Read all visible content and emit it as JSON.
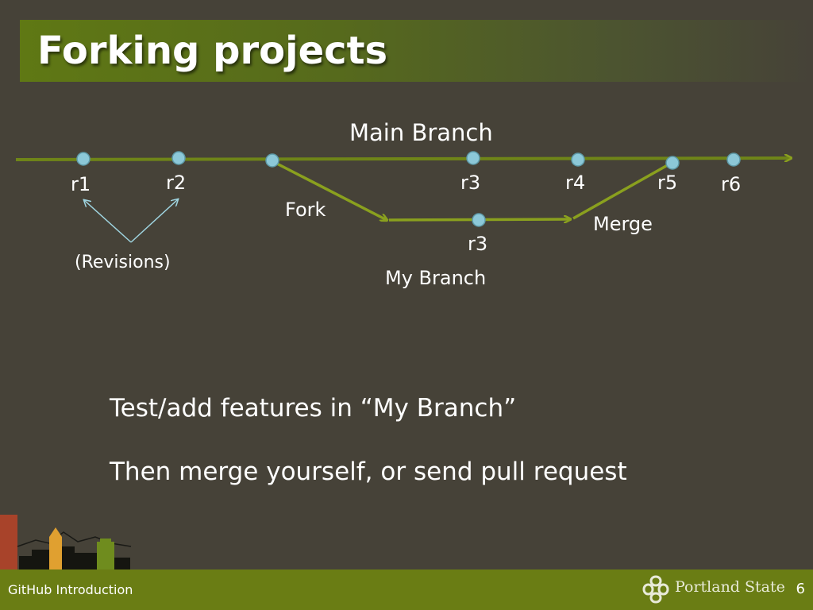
{
  "slide": {
    "title": "Forking projects",
    "bullets": [
      "Test/add features in “My Branch”",
      "Then merge yourself, or send pull request"
    ]
  },
  "diagram": {
    "main_branch_label": "Main Branch",
    "my_branch_label": "My Branch",
    "main_revisions": [
      "r1",
      "r2",
      "r3",
      "r4",
      "r5",
      "r6"
    ],
    "my_branch_revision": "r3",
    "fork_label": "Fork",
    "merge_label": "Merge",
    "revisions_note": "(Revisions)"
  },
  "footer": {
    "label": "GitHub Introduction",
    "logo_text": "Portland State",
    "page_number": "6"
  },
  "colors": {
    "background": "#464238",
    "branch_line": "#8aa01e",
    "node_fill": "#8cc8d8",
    "footer": "#6a7d14"
  }
}
